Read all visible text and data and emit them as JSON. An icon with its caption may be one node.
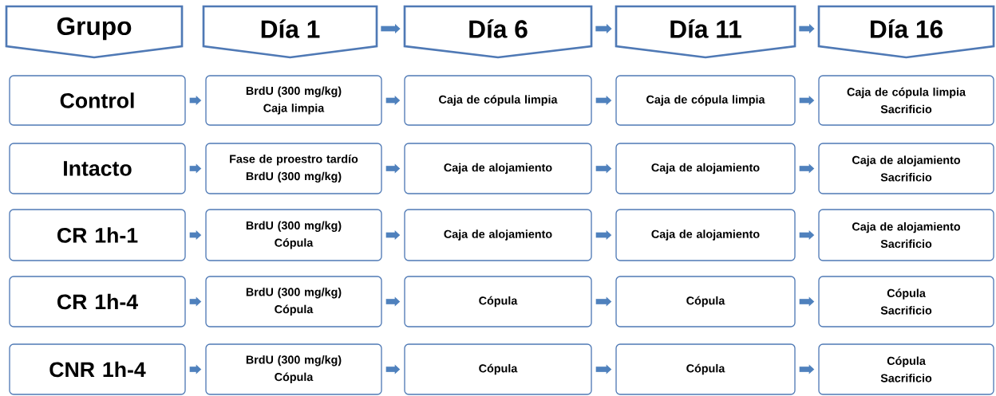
{
  "diagram": {
    "nodes": [
      {
        "text": [
          "Grupo"
        ]
      },
      {
        "text": [
          "Día 1"
        ]
      },
      {
        "text": [
          "Día 6"
        ]
      },
      {
        "text": [
          "Día 11"
        ]
      },
      {
        "text": [
          "Día 16"
        ]
      },
      {
        "text": [
          "Control"
        ]
      },
      {
        "text": [
          "BrdU (300 mg/kg)",
          "Caja limpia"
        ]
      },
      {
        "text": [
          "Caja de cópula limpia"
        ]
      },
      {
        "text": [
          "Caja de cópula limpia"
        ]
      },
      {
        "text": [
          "Caja de cópula limpia",
          "Sacrificio"
        ]
      },
      {
        "text": [
          "Intacto"
        ]
      },
      {
        "text": [
          "Fase de proestro tardío",
          "BrdU (300 mg/kg)"
        ]
      },
      {
        "text": [
          "Caja de alojamiento"
        ]
      },
      {
        "text": [
          "Caja de alojamiento"
        ]
      },
      {
        "text": [
          "Caja de alojamiento",
          "Sacrificio"
        ]
      },
      {
        "text": [
          "CR 1h-1"
        ]
      },
      {
        "text": [
          "BrdU (300 mg/kg)",
          "Cópula"
        ]
      },
      {
        "text": [
          "Caja de alojamiento"
        ]
      },
      {
        "text": [
          "Caja de alojamiento"
        ]
      },
      {
        "text": [
          "Caja de alojamiento",
          "Sacrificio"
        ]
      },
      {
        "text": [
          "CR 1h-4"
        ]
      },
      {
        "text": [
          "BrdU (300 mg/kg)",
          "Cópula"
        ]
      },
      {
        "text": [
          "Cópula"
        ]
      },
      {
        "text": [
          "Cópula"
        ]
      },
      {
        "text": [
          "Cópula",
          "Sacrificio"
        ]
      },
      {
        "text": [
          "CNR 1h-4"
        ]
      },
      {
        "text": [
          "BrdU (300 mg/kg)",
          "Cópula"
        ]
      },
      {
        "text": [
          "Cópula"
        ]
      },
      {
        "text": [
          "Cópula"
        ]
      },
      {
        "text": [
          "Cópula",
          "Sacrificio"
        ]
      }
    ],
    "edges": [
      {
        "from": 1,
        "to": 2,
        "arrow": "to"
      },
      {
        "from": 2,
        "to": 3,
        "arrow": "to"
      },
      {
        "from": 3,
        "to": 4,
        "arrow": "to"
      },
      {
        "from": 5,
        "to": 6,
        "arrow": "to"
      },
      {
        "from": 6,
        "to": 7,
        "arrow": "to"
      },
      {
        "from": 7,
        "to": 8,
        "arrow": "to"
      },
      {
        "from": 8,
        "to": 9,
        "arrow": "to"
      },
      {
        "from": 10,
        "to": 11,
        "arrow": "to"
      },
      {
        "from": 11,
        "to": 12,
        "arrow": "to"
      },
      {
        "from": 12,
        "to": 13,
        "arrow": "to"
      },
      {
        "from": 13,
        "to": 14,
        "arrow": "to"
      },
      {
        "from": 15,
        "to": 16,
        "arrow": "to"
      },
      {
        "from": 16,
        "to": 17,
        "arrow": "to"
      },
      {
        "from": 17,
        "to": 18,
        "arrow": "to"
      },
      {
        "from": 18,
        "to": 19,
        "arrow": "to"
      },
      {
        "from": 20,
        "to": 21,
        "arrow": "to"
      },
      {
        "from": 21,
        "to": 22,
        "arrow": "to"
      },
      {
        "from": 22,
        "to": 23,
        "arrow": "to"
      },
      {
        "from": 23,
        "to": 24,
        "arrow": "to"
      },
      {
        "from": 25,
        "to": 26,
        "arrow": "to"
      },
      {
        "from": 26,
        "to": 27,
        "arrow": "to"
      },
      {
        "from": 27,
        "to": 28,
        "arrow": "to"
      },
      {
        "from": 28,
        "to": 29,
        "arrow": "to"
      }
    ]
  }
}
